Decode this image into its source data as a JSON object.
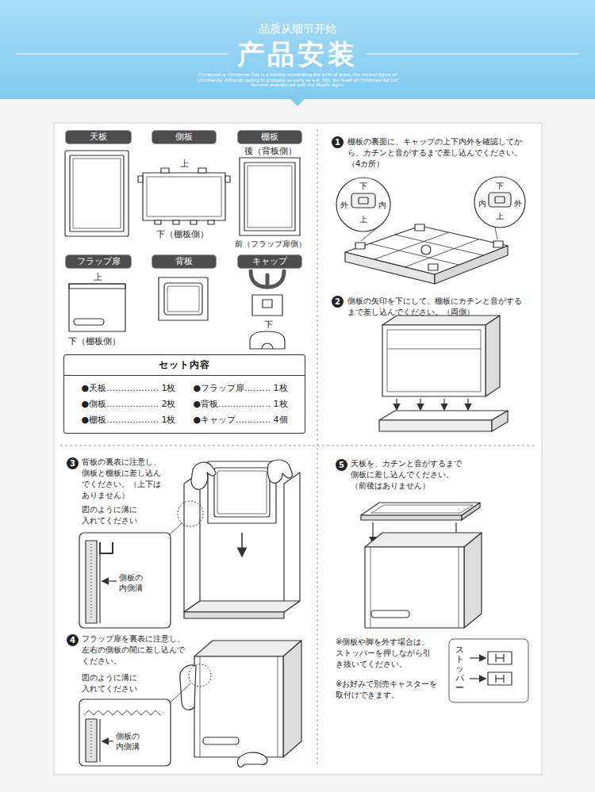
{
  "diagram": {
    "nodes": [
      {
        "text": [
          "品质从细节开始",
          "产品安装",
          "Christmas or Christmas Day is a holiday celebrating the birth of Jesus, the central figure of Christianity. Although dating to probably as early as a.d. 300, the feast of Christmas did not become widespread until the Middle Ages."
        ]
      },
      {
        "text": [
          "天板"
        ]
      },
      {
        "text": [
          "側板"
        ]
      },
      {
        "text": [
          "棚板"
        ]
      },
      {
        "text": [
          "フラップ扉"
        ]
      },
      {
        "text": [
          "背板"
        ]
      },
      {
        "text": [
          "キャップ"
        ]
      },
      {
        "text": [
          "セット内容",
          "●天板……………… 1枚",
          "●フラップ扉……… 1枚",
          "●側板……………… 2枚",
          "●背板……………… 1枚",
          "●棚板……………… 1枚",
          "●キャップ………… 4個"
        ]
      },
      {
        "text": [
          "1"
        ]
      },
      {
        "text": [
          "2"
        ]
      },
      {
        "text": [
          "3"
        ]
      },
      {
        "text": [
          "4"
        ]
      },
      {
        "text": [
          "5"
        ]
      }
    ],
    "labels": [
      "上",
      "下（棚板側）",
      "後（背板側）",
      "前（フラップ扉側）",
      "上",
      "下（棚板側）",
      "下",
      "棚板の裏面に、キャップの上下内外を確認してから、カチンと音がするまで差し込んでください。（4カ所）",
      "下",
      "内",
      "外",
      "上",
      "下",
      "外",
      "内",
      "上",
      "側板の矢印を下にして、棚板にカチンと音がするまで差し込んでください。（両側）",
      "背板の裏表に注意し、側板と棚板に差し込んでください。（上下はありません）",
      "図のように溝に入れてください",
      "側板の内側溝",
      "フラップ扉を裏表に注意し、左右の側板の間に差し込んでください。",
      "図のように溝に入れてください",
      "側板の内側溝",
      "天板を、カチンと音がするまで側板に差し込んでください。（前後はありません）",
      "※側板や脚を外す場合は、ストッパーを押しながら引き抜いてください。",
      "※お好みで別売キャスターを取付けできます。",
      "ストッパー"
    ]
  }
}
